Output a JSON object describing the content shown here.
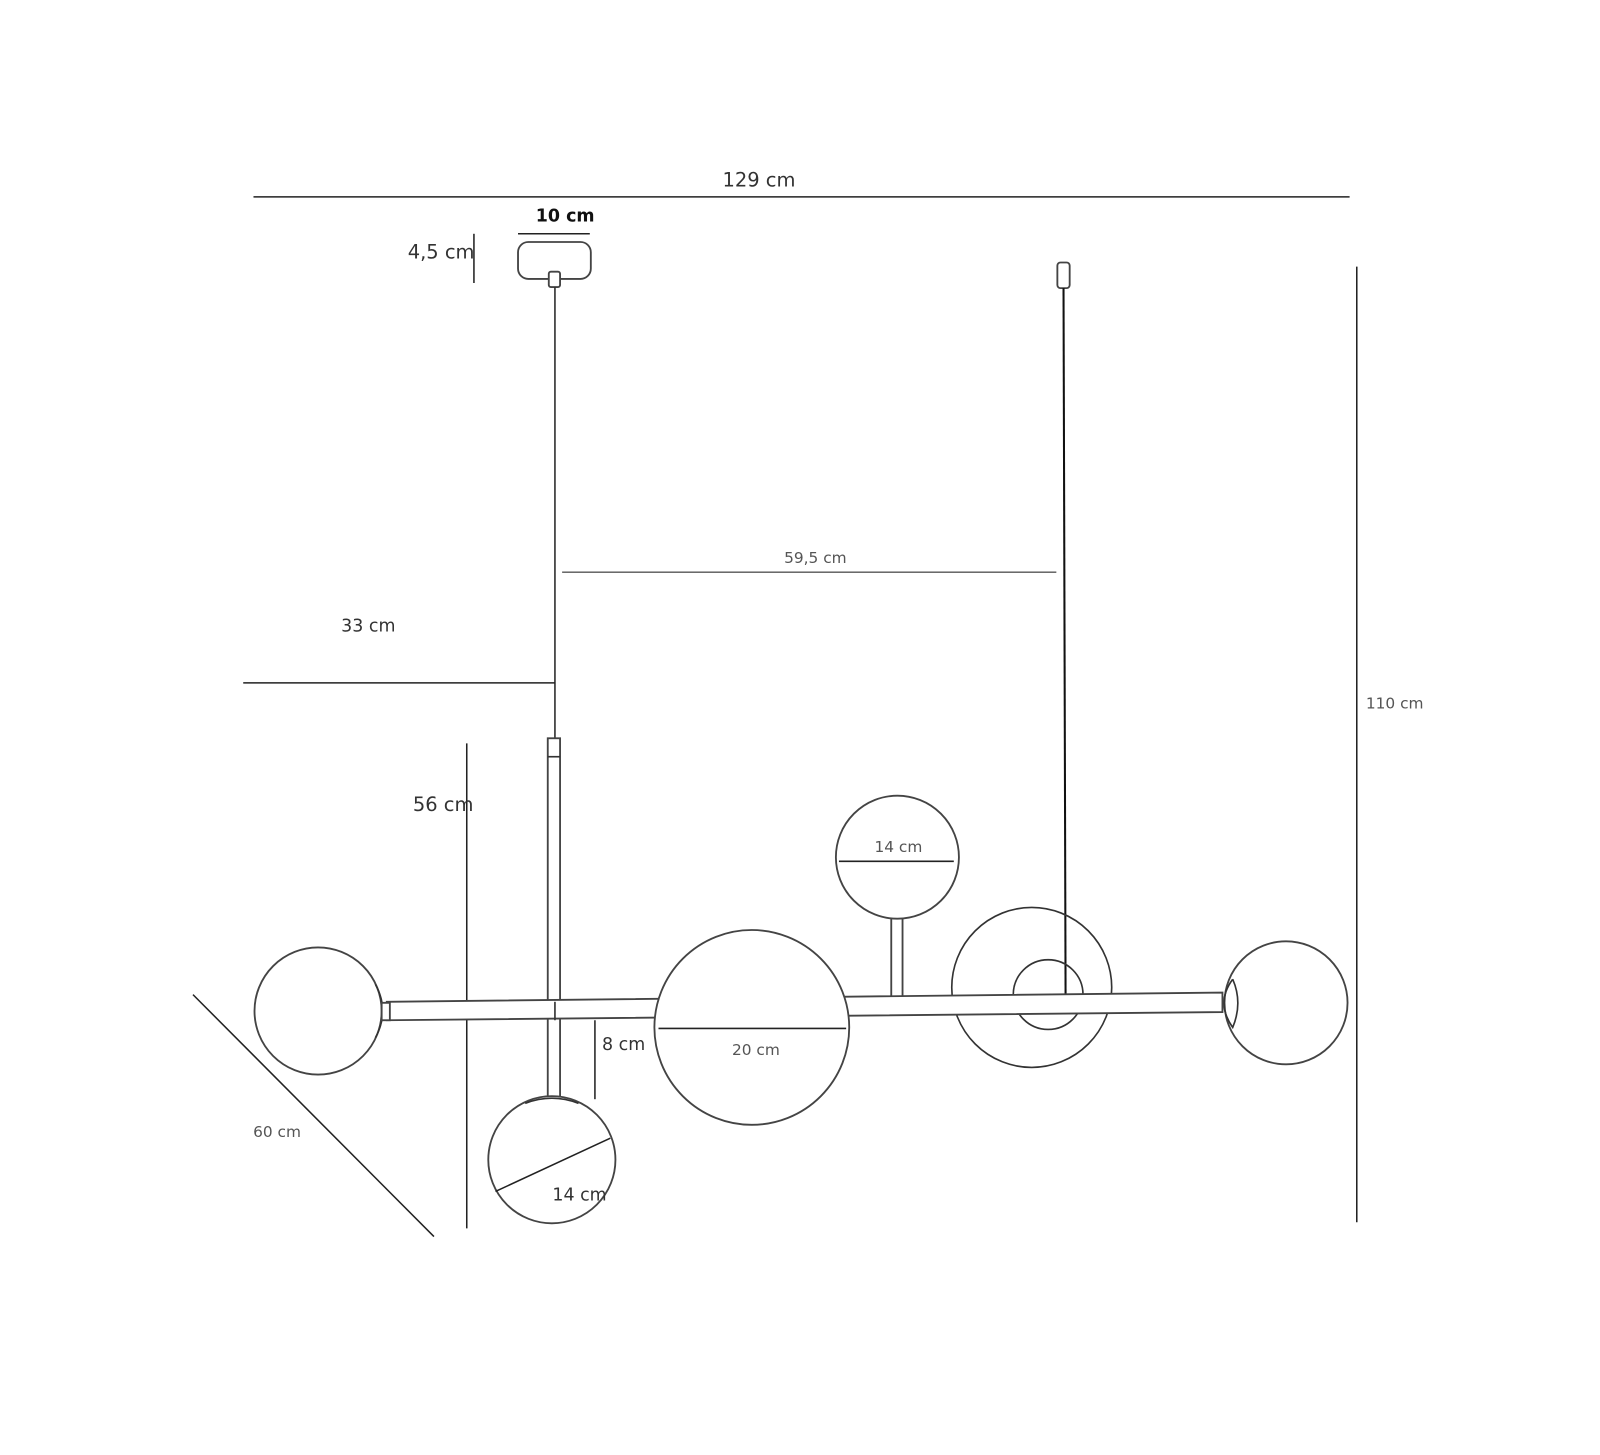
{
  "title": "Pendant lamp dimension drawing",
  "dimensions": {
    "total_width": "129 cm",
    "canopy_width": "10 cm",
    "canopy_height": "4,5 cm",
    "cable_spacing": "59,5 cm",
    "left_offset": "33 cm",
    "total_height": "110 cm",
    "body_height": "56 cm",
    "small_globe_top": "14 cm",
    "large_globe": "20 cm",
    "stem_drop": "8 cm",
    "small_globe_bottom": "14 cm",
    "depth": "60 cm"
  },
  "colors": {
    "line": "#333333",
    "background": "#ffffff"
  }
}
